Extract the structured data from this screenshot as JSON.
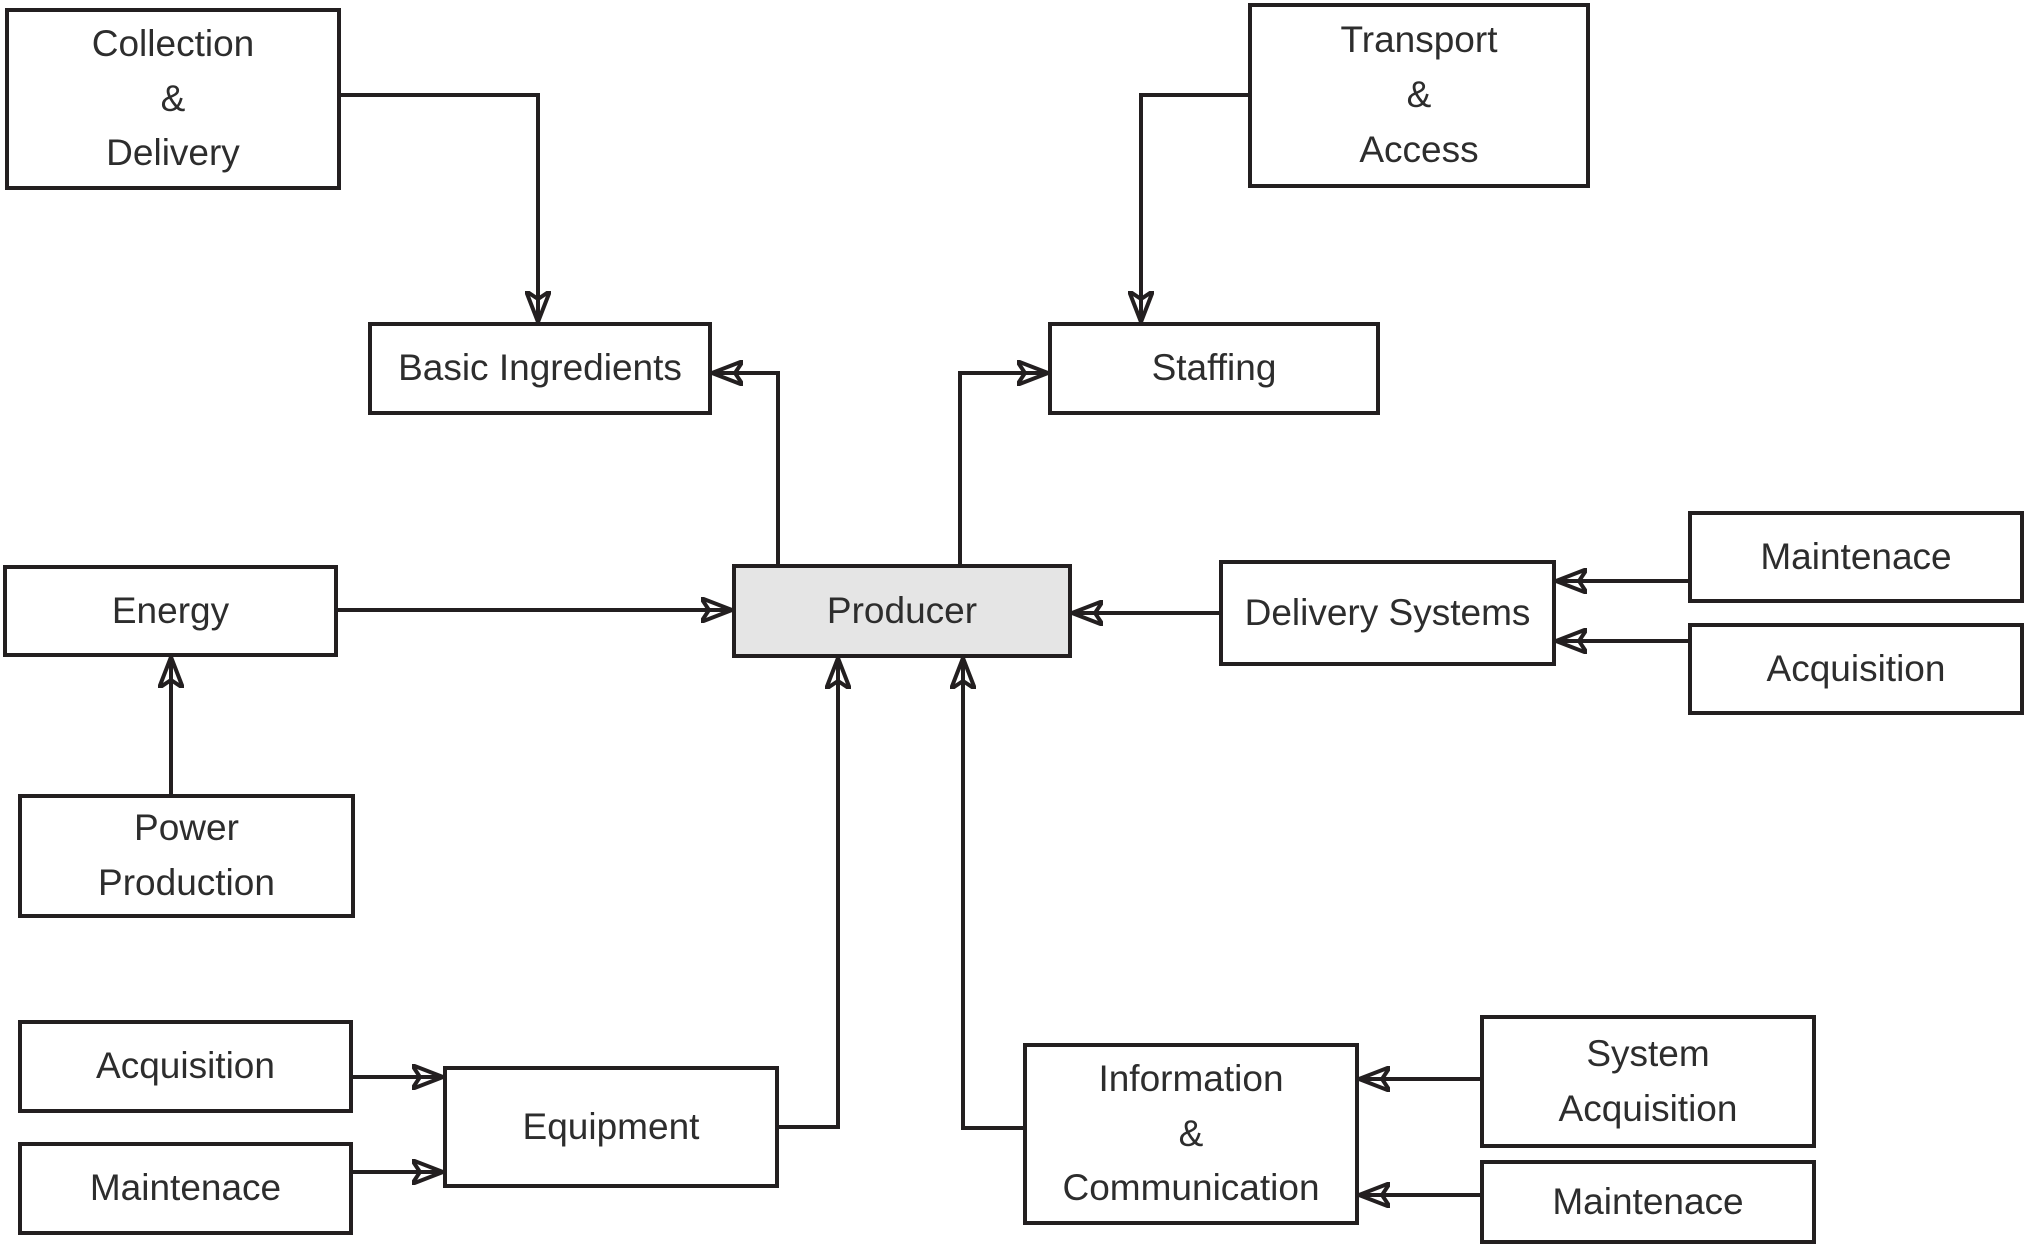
{
  "diagram": {
    "background_color": "#ffffff",
    "line_color": "#231f20",
    "producer_fill_color": "#e5e5e5",
    "box_fill_color": "#ffffff",
    "boxes": {
      "collection_delivery": {
        "lines": [
          "Collection",
          "&",
          "Delivery"
        ]
      },
      "transport_access": {
        "lines": [
          "Transport",
          "&",
          "Access"
        ]
      },
      "basic_ingredients": {
        "lines": [
          "Basic Ingredients"
        ]
      },
      "staffing": {
        "lines": [
          "Staffing"
        ]
      },
      "energy": {
        "lines": [
          "Energy"
        ]
      },
      "producer": {
        "lines": [
          "Producer"
        ]
      },
      "delivery_systems": {
        "lines": [
          "Delivery Systems"
        ]
      },
      "maintenace_right": {
        "lines": [
          "Maintenace"
        ]
      },
      "acquisition_right": {
        "lines": [
          "Acquisition"
        ]
      },
      "power_production": {
        "lines": [
          "Power",
          "Production"
        ]
      },
      "acquisition_bottom_left": {
        "lines": [
          "Acquisition"
        ]
      },
      "maintenace_bottom_left": {
        "lines": [
          "Maintenace"
        ]
      },
      "equipment": {
        "lines": [
          "Equipment"
        ]
      },
      "information_communication": {
        "lines": [
          "Information",
          "&",
          "Communication"
        ]
      },
      "system_acquisition": {
        "lines": [
          "System",
          "Acquisition"
        ]
      },
      "maintenace_bottom_right": {
        "lines": [
          "Maintenace"
        ]
      }
    }
  }
}
